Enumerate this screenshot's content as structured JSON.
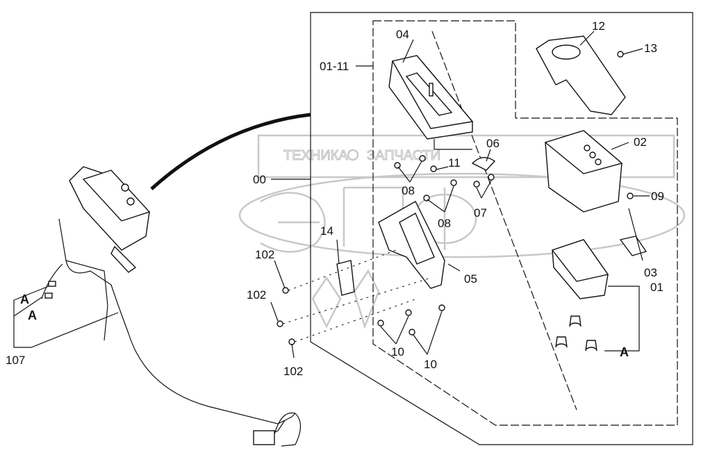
{
  "watermark": {
    "left_text": "ТЕХНИКА",
    "right_text": "ЗАПЧАСТИ",
    "logo_letters": "ЭПФ"
  },
  "labels": {
    "l04": "04",
    "l12": "12",
    "l13": "13",
    "l01_11": "01-11",
    "l06": "06",
    "l11": "11",
    "l08a": "08",
    "l08b": "08",
    "l02": "02",
    "l00": "00",
    "l07": "07",
    "l09": "09",
    "l14": "14",
    "l102a": "102",
    "l05": "05",
    "l03": "03",
    "l01": "01",
    "l102b": "102",
    "l10a": "10",
    "l10b": "10",
    "lA1": "A",
    "lA2": "A",
    "lA3": "A",
    "l107": "107",
    "l102c": "102"
  }
}
